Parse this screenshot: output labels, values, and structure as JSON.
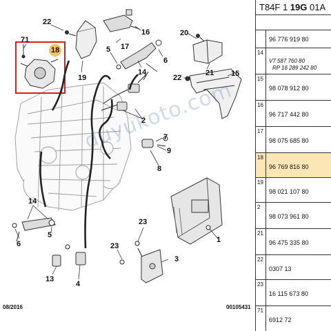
{
  "header": {
    "prefix": "T84F 1 ",
    "bold": "19G",
    "suffix": " 01A"
  },
  "callouts": {
    "c22a": "22",
    "c71": "71",
    "c18": "18",
    "c17": "17",
    "c16": "16",
    "c19": "19",
    "c5": "5",
    "c6": "6",
    "c14a": "14",
    "c20": "20",
    "c21": "21",
    "c15": "15",
    "c22b": "22",
    "c2": "2",
    "c7": "7",
    "c9": "9",
    "c8": "8",
    "c14b": "14",
    "c6b": "6",
    "c5b": "5",
    "c23a": "23",
    "c1": "1",
    "c23b": "23",
    "c3": "3",
    "c13": "13",
    "c4": "4"
  },
  "footer": {
    "date": "08/2016",
    "ref": "00105431"
  },
  "watermark": "duyukoto.com",
  "parts": [
    {
      "num": "",
      "pn": "96 776 919 80"
    },
    {
      "num": "14",
      "pn": "",
      "alt1": "V7 587 760 80",
      "alt2": "RP 16 289 242 80"
    },
    {
      "num": "15",
      "pn": "98 078 912 80"
    },
    {
      "num": "16",
      "pn": "96 717 442 80"
    },
    {
      "num": "17",
      "pn": "98 075 685 80"
    },
    {
      "num": "18",
      "pn": "96 769 816 80",
      "highlight": true
    },
    {
      "num": "19",
      "pn": "98 021 107 80"
    },
    {
      "num": "2",
      "pn": "98 073 961 80"
    },
    {
      "num": "21",
      "pn": "96 475 335 80"
    },
    {
      "num": "22",
      "pn": "0307 13"
    },
    {
      "num": "23",
      "pn": "16 115 673 80"
    },
    {
      "num": "71",
      "pn": "6912 72"
    }
  ],
  "colors": {
    "highlight_row": "#fde6b5",
    "highlight_box": "#d42020",
    "callout_bubble": "#f3c16a"
  }
}
